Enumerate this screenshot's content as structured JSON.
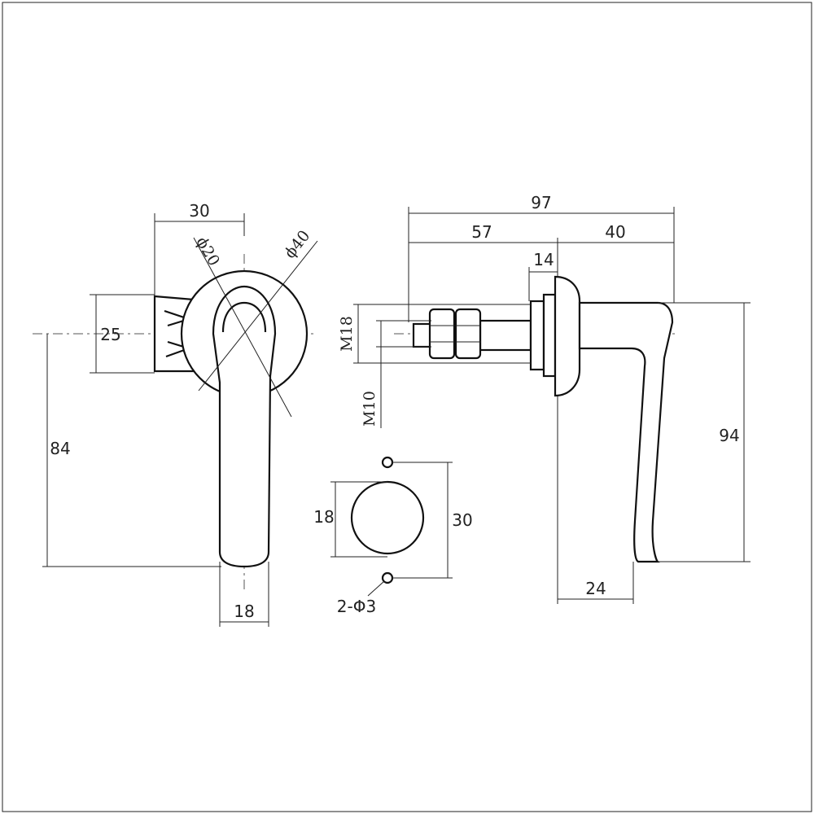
{
  "drawing": {
    "dims": {
      "handle_plate_width": "30",
      "inner_diameter": "ϕ20",
      "outer_diameter": "ϕ40",
      "rose_height": "25",
      "lever_length": "84",
      "lever_width": "18",
      "total_length": "97",
      "spindle_length": "57",
      "handle_depth": "40",
      "flange": "14",
      "thread_outer": "M18",
      "thread_inner": "M10",
      "handle_height": "94",
      "grip_offset": "24",
      "hole_diameter": "18",
      "hole_spacing": "30",
      "screw_holes": "2-Φ3"
    }
  }
}
